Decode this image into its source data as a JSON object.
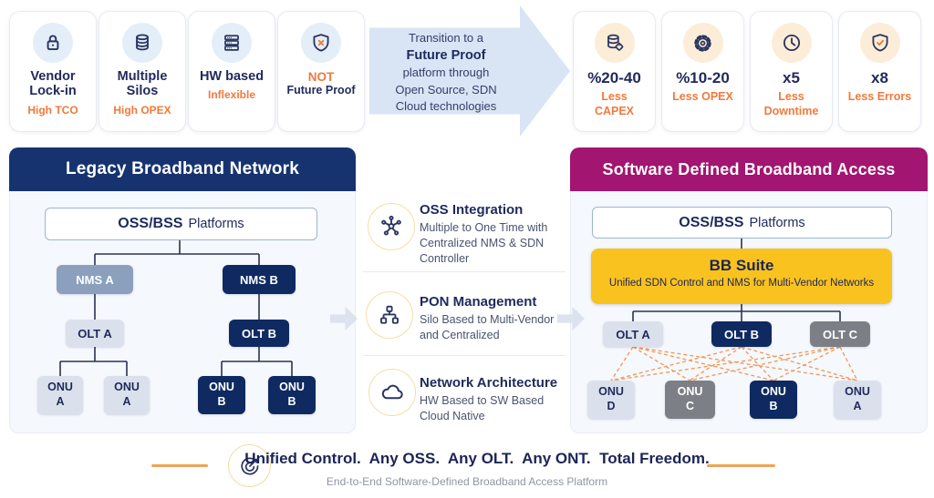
{
  "top_left_cards": [
    {
      "title": "Vendor Lock-in",
      "subtitle": "High TCO"
    },
    {
      "title": "Multiple Silos",
      "subtitle": "High OPEX"
    },
    {
      "title": "HW based",
      "subtitle": "Inflexible"
    },
    {
      "title_accent": "NOT",
      "title": "Future Proof"
    }
  ],
  "transition_arrow": {
    "line1": "Transition to a",
    "line2": "Future Proof",
    "line3": "platform through",
    "line4": "Open Source, SDN",
    "line5": "Cloud technologies"
  },
  "top_right_cards": [
    {
      "value": "%20-40",
      "label": "Less CAPEX"
    },
    {
      "value": "%10-20",
      "label": "Less OPEX"
    },
    {
      "value": "x5",
      "label": "Less Downtime"
    },
    {
      "value": "x8",
      "label": "Less Errors"
    }
  ],
  "legacy_panel": {
    "title": "Legacy Broadband Network",
    "oss_primary": "OSS/BSS",
    "oss_secondary": "Platforms",
    "nodes": {
      "nms_a": "NMS A",
      "nms_b": "NMS B",
      "olt_a": "OLT A",
      "olt_b": "OLT B",
      "onu_a": "ONU A",
      "onu_b": "ONU B"
    }
  },
  "middle_items": [
    {
      "title": "OSS Integration",
      "desc": "Multiple to One Time with Centralized NMS & SDN Controller"
    },
    {
      "title": "PON Management",
      "desc": "Silo Based to Multi-Vendor and Centralized"
    },
    {
      "title": "Network Architecture",
      "desc": "HW Based to SW Based Cloud Native"
    }
  ],
  "sdn_panel": {
    "title": "Software Defined Broadband Access",
    "oss_primary": "OSS/BSS",
    "oss_secondary": "Platforms",
    "bb_title": "BB Suite",
    "bb_subtitle": "Unified SDN Control and NMS for Multi-Vendor Networks",
    "olt_a": "OLT A",
    "olt_b": "OLT B",
    "olt_c": "OLT C",
    "onu_d": "ONU D",
    "onu_c": "ONU C",
    "onu_b": "ONU B",
    "onu_a": "ONU A"
  },
  "footer": {
    "headline": "Unified Control.  Any OSS.  Any OLT.  Any ONT.  Total Freedom.",
    "subtitle": "End-to-End Software-Defined Broadband Access Platform"
  },
  "colors": {
    "navy": "#222A5C",
    "dark_node": "#0F2A60",
    "steel_node": "#8BA0BD",
    "light_node": "#DBE1EC",
    "gray_node": "#7C8086",
    "magenta": "#A21570",
    "yellow": "#F9C21F",
    "orange": "#F2793B",
    "mesh_orange": "#F0924E",
    "arrow_blue": "#D9E4F5"
  }
}
